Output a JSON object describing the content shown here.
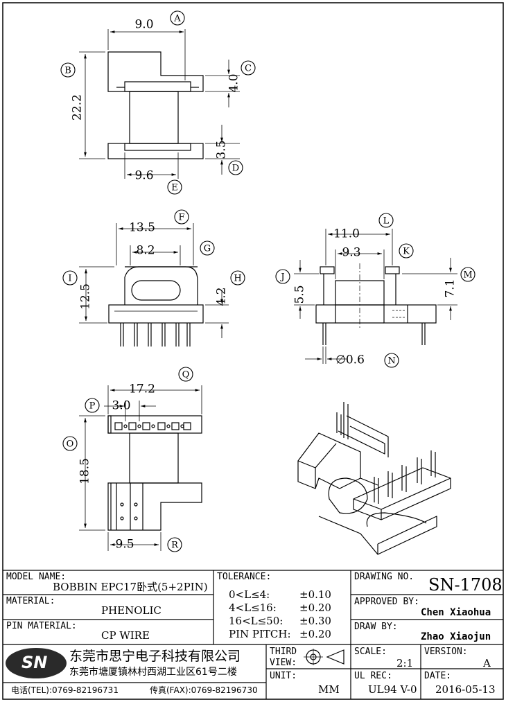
{
  "dims": {
    "A": {
      "letter": "A",
      "value": "9.0"
    },
    "B": {
      "letter": "B",
      "value": "22.2"
    },
    "C": {
      "letter": "C",
      "value": "4.0"
    },
    "D": {
      "letter": "D",
      "value": "3.5"
    },
    "E": {
      "letter": "E",
      "value": "9.6"
    },
    "F": {
      "letter": "F",
      "value": "13.5"
    },
    "G": {
      "letter": "G",
      "value": "8.2"
    },
    "H": {
      "letter": "H",
      "value": "4.2"
    },
    "I": {
      "letter": "I",
      "value": "12.5"
    },
    "J": {
      "letter": "J",
      "value": "5.5"
    },
    "K": {
      "letter": "K",
      "value": "9.3"
    },
    "L": {
      "letter": "L",
      "value": "11.0"
    },
    "M": {
      "letter": "M",
      "value": "7.1"
    },
    "N": {
      "letter": "N",
      "value": "∅0.6"
    },
    "O": {
      "letter": "O",
      "value": "18.5"
    },
    "P": {
      "letter": "P",
      "value": "3.0"
    },
    "Q": {
      "letter": "Q",
      "value": "17.2"
    },
    "R": {
      "letter": "R",
      "value": "9.5"
    }
  },
  "title_block": {
    "model_name_label": "MODEL NAME:",
    "model_name": "BOBBIN EPC17卧式(5+2PIN)",
    "material_label": "MATERIAL:",
    "material": "PHENOLIC",
    "pin_material_label": "PIN MATERIAL:",
    "pin_material": "CP WIRE",
    "tolerance_label": "TOLERANCE:",
    "tolerances": [
      {
        "range": "0<L≤4:",
        "value": "±0.10"
      },
      {
        "range": "4<L≤16:",
        "value": "±0.20"
      },
      {
        "range": "16<L≤50:",
        "value": "±0.30"
      },
      {
        "range": "PIN PITCH:",
        "value": "±0.20"
      }
    ],
    "drawing_no_label": "DRAWING NO.",
    "drawing_no": "SN-1708",
    "approved_by_label": "APPROVED BY:",
    "approved_by": "Chen Xiaohua",
    "draw_by_label": "DRAW BY:",
    "draw_by": "Zhao Xiaojun",
    "logo_text": "SN",
    "company_name": "东莞市思宁电子科技有限公司",
    "company_address": "东莞市塘厦镇林村西湖工业区61号二楼",
    "tel": "电话(TEL):0769-82196731",
    "fax": "传真(FAX):0769-82196730",
    "third_view_label_1": "THIRD",
    "third_view_label_2": "VIEW:",
    "unit_label": "UNIT:",
    "unit": "MM",
    "scale_label": "SCALE:",
    "scale": "2:1",
    "version_label": "VERSION:",
    "version": "A",
    "ul_rec_label": "UL REC:",
    "ul_rec": "UL94 V-0",
    "date_label": "DATE:",
    "date": "2016-05-13"
  }
}
